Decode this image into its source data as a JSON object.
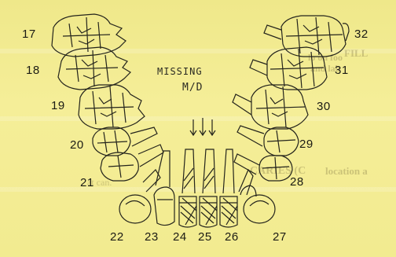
{
  "annotation": {
    "line1": "MISSING",
    "line2": "M/D"
  },
  "ghost_text": {
    "right_top_a": "lo on foo",
    "right_top_b": "and lab",
    "caries": "CARIES (C",
    "caries_tail": "location a",
    "left_frag": "FILL",
    "small_frag": "at can."
  },
  "tooth_numbers": {
    "t17": "17",
    "t18": "18",
    "t19": "19",
    "t20": "20",
    "t21": "21",
    "t22": "22",
    "t23": "23",
    "t24": "24",
    "t25": "25",
    "t26": "26",
    "t27": "27",
    "t28": "28",
    "t29": "29",
    "t30": "30",
    "t31": "31",
    "t32": "32"
  },
  "arrows": {
    "count": 3
  }
}
